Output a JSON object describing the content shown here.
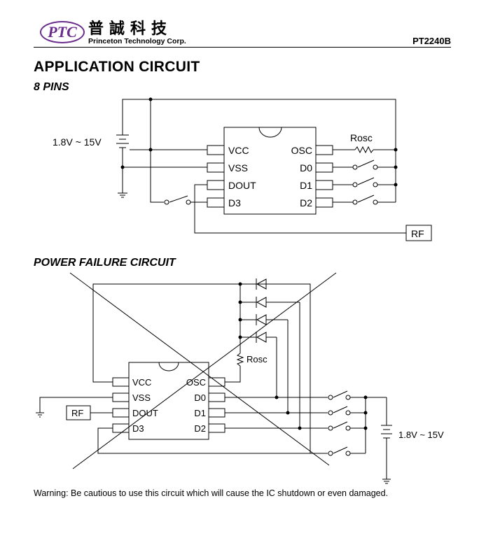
{
  "header": {
    "logo_text": "PTC",
    "company_cn": "普誠科技",
    "company_en": "Princeton Technology Corp.",
    "part_number": "PT2240B",
    "logo_color": "#6a2c8c"
  },
  "section_title": "APPLICATION CIRCUIT",
  "circuit1": {
    "title": "8 PINS",
    "supply_label": "1.8V ~ 15V",
    "resistor_label": "Rosc",
    "rf_label": "RF",
    "pins_left": [
      "VCC",
      "VSS",
      "DOUT",
      "D3"
    ],
    "pins_right": [
      "OSC",
      "D0",
      "D1",
      "D2"
    ]
  },
  "circuit2": {
    "title": "POWER FAILURE CIRCUIT",
    "supply_label": "1.8V ~ 15V",
    "resistor_label": "Rosc",
    "rf_label": "RF",
    "pins_left": [
      "VCC",
      "VSS",
      "DOUT",
      "D3"
    ],
    "pins_right": [
      "OSC",
      "D0",
      "D1",
      "D2"
    ]
  },
  "warning": "Warning: Be cautious to use this circuit which will cause the IC shutdown or even damaged."
}
